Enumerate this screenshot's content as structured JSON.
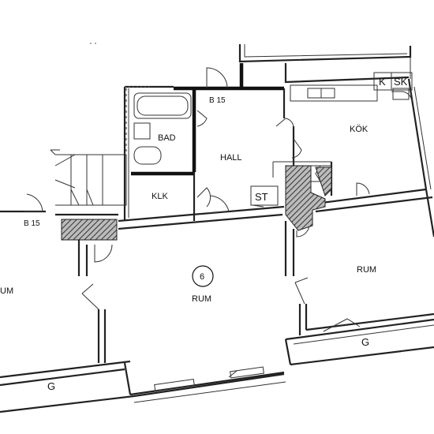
{
  "rooms": {
    "bad": "BAD",
    "hall": "HALL",
    "kok": "KÖK",
    "klk": "KLK",
    "st": "ST",
    "rum_left": "UM",
    "rum_center": "RUM",
    "rum_right": "RUM",
    "room_number": "6"
  },
  "fixtures": {
    "k": "K",
    "sk": "SK"
  },
  "labels": {
    "b15_top": "B 15",
    "b15_left": "B 15",
    "g_left": "G",
    "g_right": "G"
  }
}
